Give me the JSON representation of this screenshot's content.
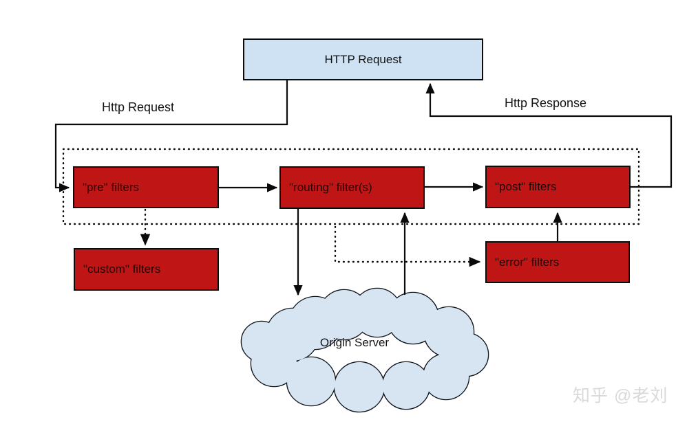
{
  "colors": {
    "background": "#ffffff",
    "red_box_fill": "#c01515",
    "red_box_text": "#230505",
    "blue_box_fill": "#cfe2f3",
    "cloud_fill": "#d7e5f3",
    "line_color": "#0a0a0a",
    "watermark_color": "#d9d9d9"
  },
  "nodes": {
    "http_request": {
      "label": "HTTP Request"
    },
    "pre_filters": {
      "label": "\"pre\" filters"
    },
    "routing_filters": {
      "label": "\"routing\" filter(s)"
    },
    "post_filters": {
      "label": "\"post\" filters"
    },
    "custom_filters": {
      "label": "\"custom\" filters"
    },
    "error_filters": {
      "label": "\"error\" filters"
    },
    "origin_server": {
      "label": "Origin Server"
    }
  },
  "edge_labels": {
    "http_request": "Http Request",
    "http_response": "Http Response"
  },
  "watermark": "知乎 @老刘"
}
